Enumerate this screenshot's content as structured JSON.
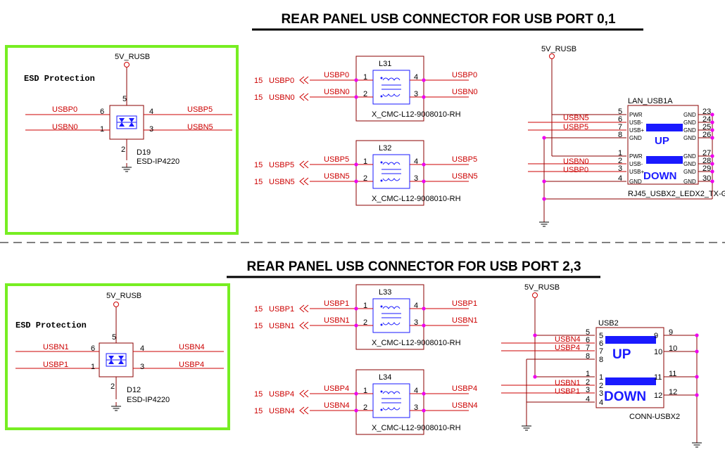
{
  "titles": {
    "top": "REAR PANEL USB CONNECTOR FOR USB PORT 0,1",
    "bottom": "REAR PANEL USB CONNECTOR FOR USB PORT 2,3"
  },
  "esd": {
    "label": "ESD Protection",
    "top": {
      "power": "5V_RUSB",
      "ref": "D19",
      "part": "ESD-IP4220",
      "nets": [
        "USBP0",
        "USBN0",
        "USBP5",
        "USBN5"
      ],
      "pins": [
        "6",
        "1",
        "4",
        "3",
        "5",
        "2"
      ]
    },
    "bottom": {
      "power": "5V_RUSB",
      "ref": "D12",
      "part": "ESD-IP4220",
      "nets": [
        "USBN1",
        "USBP1",
        "USBN4",
        "USBP4"
      ],
      "pins": [
        "6",
        "1",
        "4",
        "3",
        "5",
        "2"
      ]
    }
  },
  "chokes": [
    {
      "ref": "L31",
      "part": "X_CMC-L12-9008010-RH",
      "in": [
        "USBP0",
        "USBN0"
      ],
      "out": [
        "USBP0",
        "USBN0"
      ],
      "sheet": "15",
      "pins": [
        "1",
        "2",
        "4",
        "3"
      ]
    },
    {
      "ref": "L32",
      "part": "X_CMC-L12-9008010-RH",
      "in": [
        "USBP5",
        "USBN5"
      ],
      "out": [
        "USBP5",
        "USBN5"
      ],
      "sheet": "15",
      "pins": [
        "1",
        "2",
        "4",
        "3"
      ]
    },
    {
      "ref": "L33",
      "part": "X_CMC-L12-9008010-RH",
      "in": [
        "USBP1",
        "USBN1"
      ],
      "out": [
        "USBP1",
        "USBN1"
      ],
      "sheet": "15",
      "pins": [
        "1",
        "2",
        "4",
        "3"
      ]
    },
    {
      "ref": "L34",
      "part": "X_CMC-L12-9008010-RH",
      "in": [
        "USBP4",
        "USBN4"
      ],
      "out": [
        "USBP4",
        "USBN4"
      ],
      "sheet": "15",
      "pins": [
        "1",
        "2",
        "4",
        "3"
      ]
    }
  ],
  "conn_top": {
    "power": "5V_RUSB",
    "ref": "LAN_USB1A",
    "part": "RJ45_USBX2_LEDX2_TX-G",
    "nets": [
      "USBN5",
      "USBP5",
      "USBN0",
      "USBP0"
    ],
    "left_pins": [
      "5",
      "6",
      "7",
      "8",
      "1",
      "2",
      "3",
      "4"
    ],
    "right_pins": [
      "23",
      "24",
      "25",
      "26",
      "27",
      "28",
      "29",
      "30"
    ],
    "pin_names_left": [
      "PWR",
      "USB-",
      "USB+",
      "GND",
      "PWR",
      "USB-",
      "USB+",
      "GND"
    ],
    "pin_names_right": [
      "GND",
      "GND",
      "GND",
      "GND",
      "GND",
      "GND",
      "GND",
      "GND"
    ],
    "up": "UP",
    "down": "DOWN"
  },
  "conn_bottom": {
    "power": "5V_RUSB",
    "ref": "USB2",
    "part": "CONN-USBX2",
    "nets": [
      "USBN4",
      "USBP4",
      "USBN1",
      "USBP1"
    ],
    "left_pins": [
      "5",
      "6",
      "7",
      "8",
      "1",
      "2",
      "3",
      "4"
    ],
    "inner_pins": [
      "5",
      "6",
      "7",
      "8",
      "1",
      "2",
      "3",
      "4"
    ],
    "right_pins": [
      "9",
      "10",
      "11",
      "12"
    ],
    "inner_right": [
      "9",
      "10",
      "11",
      "12"
    ],
    "up": "UP",
    "down": "DOWN"
  }
}
